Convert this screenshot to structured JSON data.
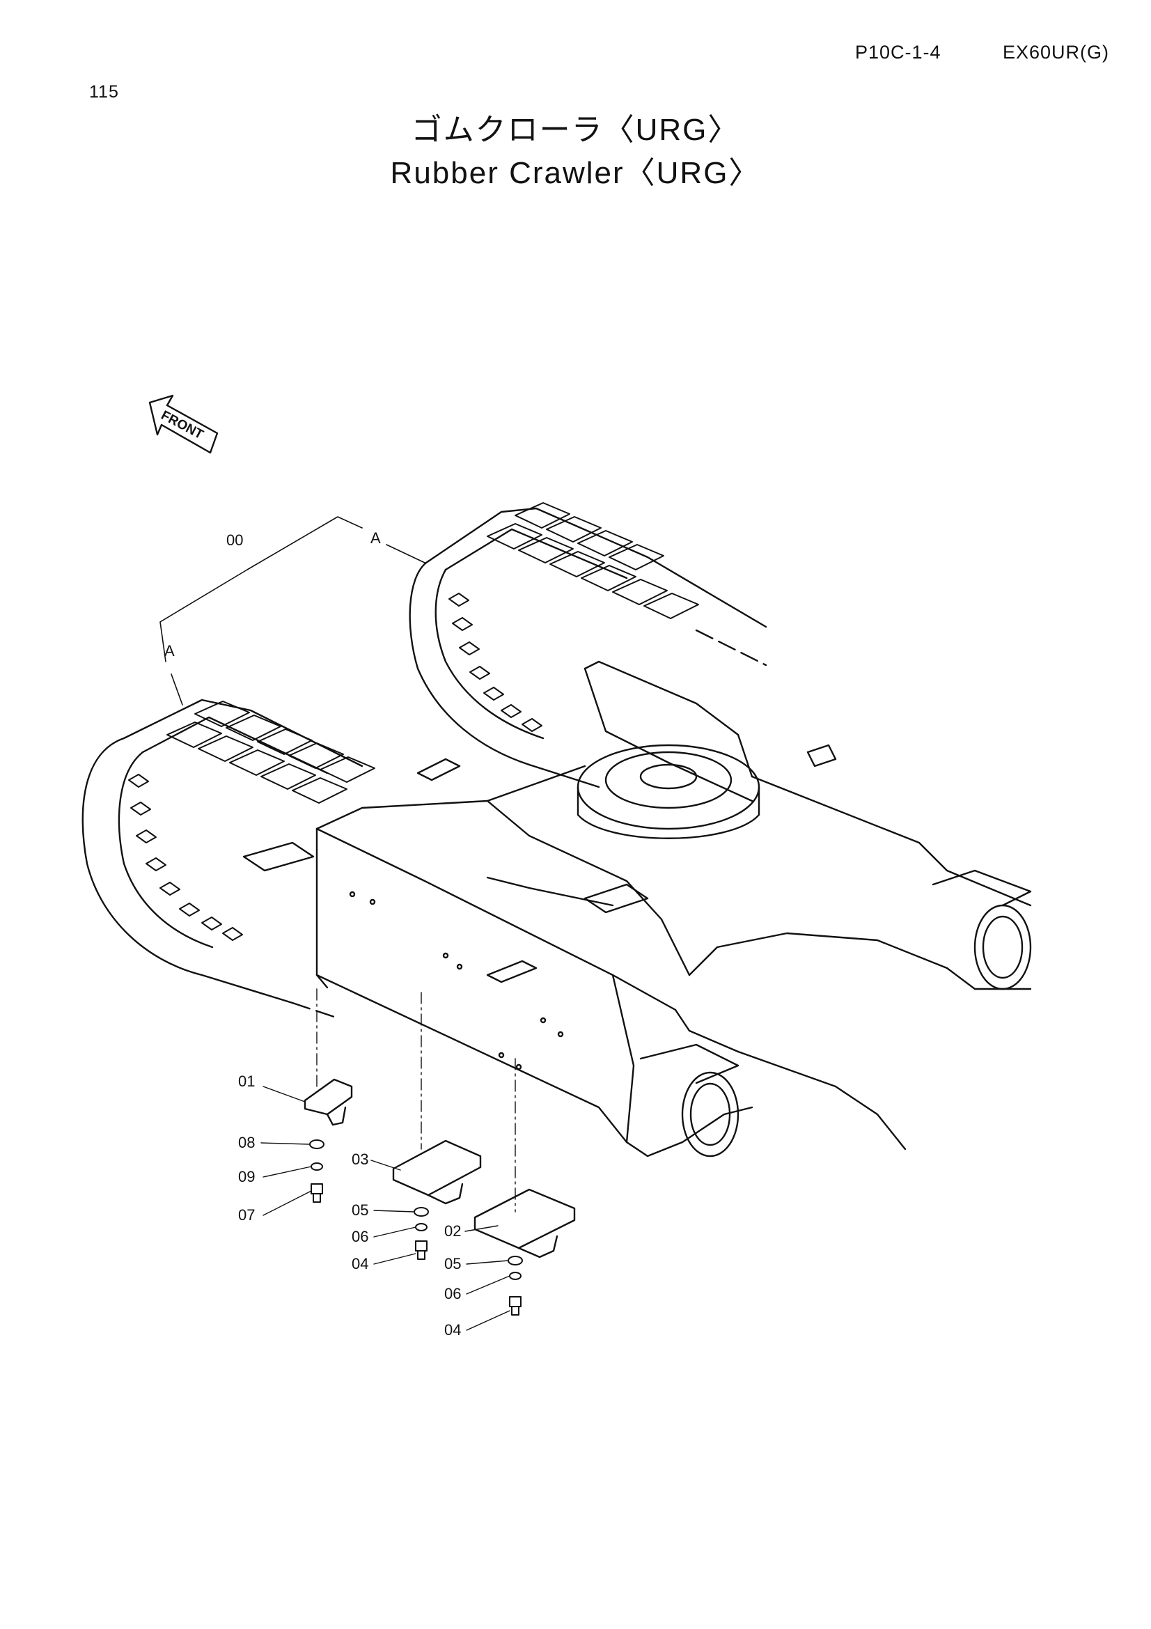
{
  "header": {
    "page_ref": "P10C-1-4",
    "model": "EX60UR(G)",
    "page_number": "115"
  },
  "title": {
    "ja": "ゴムクローラ〈URG〉",
    "en": "Rubber Crawler〈URG〉"
  },
  "front_marker": "FRONT",
  "callouts": {
    "c00": "00",
    "a1": "A",
    "a2": "A",
    "c01": "01",
    "c08": "08",
    "c09": "09",
    "c07": "07",
    "c03": "03",
    "c05a": "05",
    "c06a": "06",
    "c04a": "04",
    "c02": "02",
    "c05b": "05",
    "c06b": "06",
    "c04b": "04"
  }
}
